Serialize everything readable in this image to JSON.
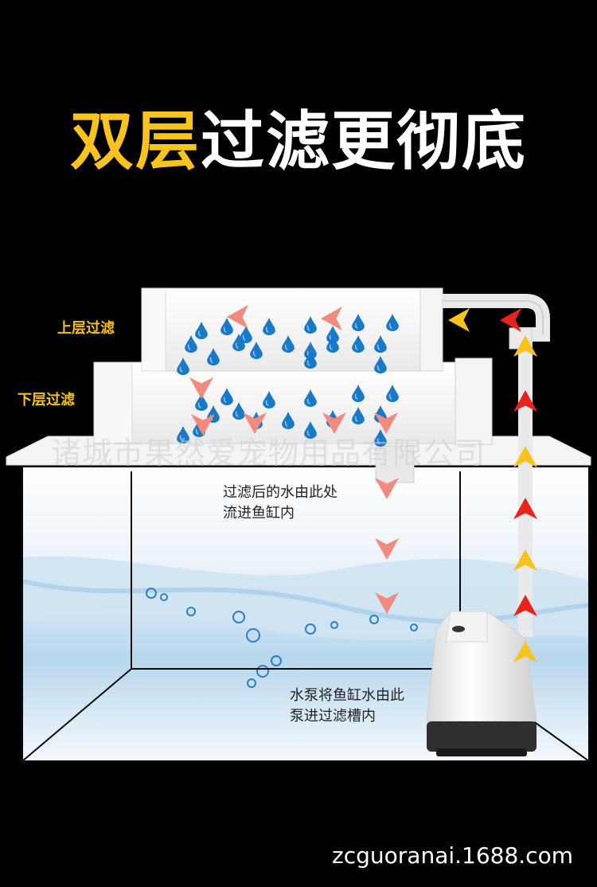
{
  "headline": {
    "highlight": "双层",
    "rest": "过滤更彻底"
  },
  "labels": {
    "upper_filter": "上层过滤",
    "lower_filter": "下层过滤"
  },
  "notes": {
    "outflow_line1": "过滤后的水由此处",
    "outflow_line2": "流进鱼缸内",
    "pump_line1": "水泵将鱼缸水由此",
    "pump_line2": "泵进过滤槽内"
  },
  "watermark": "诸城市果然爱宠物用品有限公司",
  "site": "zcguoranai.1688.com",
  "colors": {
    "background": "#000000",
    "accent_yellow": "#f7c31c",
    "arrow_red": "#e8231c",
    "arrow_pink": "#f28a7e",
    "water_drop": "#1a78c8"
  },
  "icons": [
    "water-drop-icon",
    "flow-arrow-icon",
    "submersible-pump-icon",
    "pipe-icon"
  ]
}
